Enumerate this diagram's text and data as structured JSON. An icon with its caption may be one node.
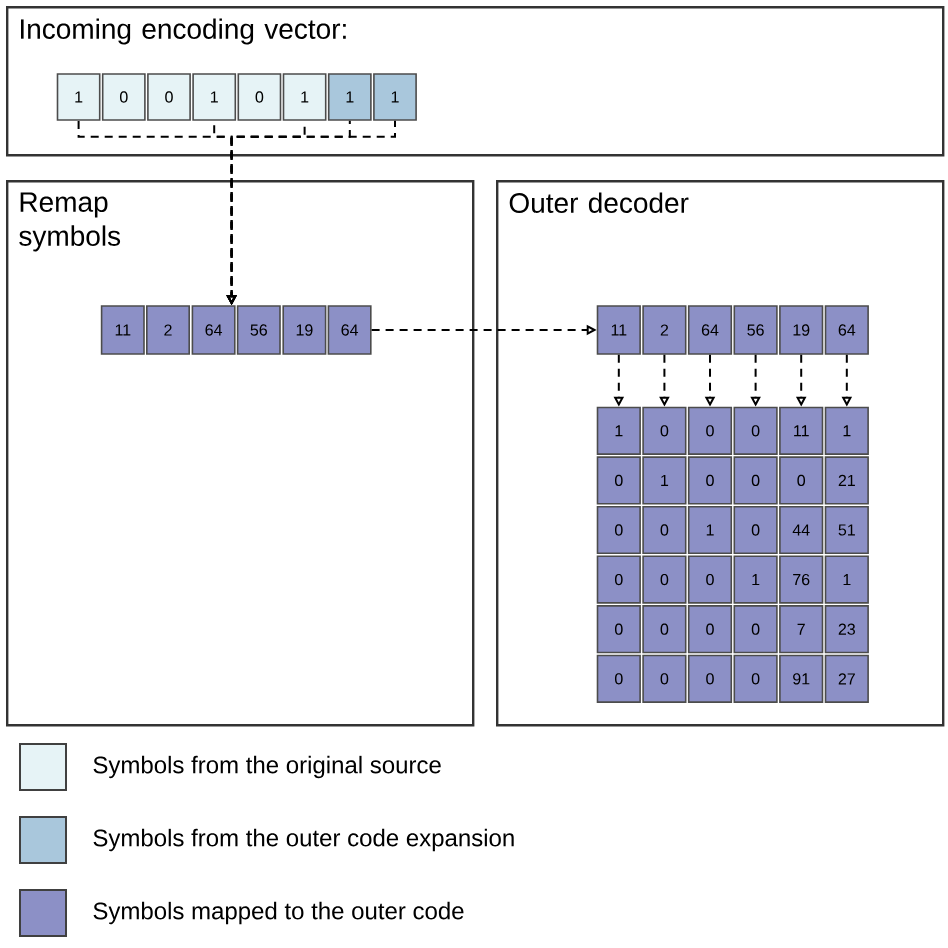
{
  "diagram": {
    "nodes": [
      {
        "text": [
          "Incoming encoding vector:"
        ]
      },
      {
        "text": [
          "1"
        ],
        "in": 0
      },
      {
        "text": [
          "0"
        ],
        "in": 0
      },
      {
        "text": [
          "0"
        ],
        "in": 0
      },
      {
        "text": [
          "1"
        ],
        "in": 0
      },
      {
        "text": [
          "0"
        ],
        "in": 0
      },
      {
        "text": [
          "1"
        ],
        "in": 0
      },
      {
        "text": [
          "1"
        ],
        "in": 0
      },
      {
        "text": [
          "1"
        ],
        "in": 0
      },
      {
        "text": [
          "Remap symbols"
        ]
      },
      {
        "text": [
          "11"
        ],
        "in": 9
      },
      {
        "text": [
          "2"
        ],
        "in": 9
      },
      {
        "text": [
          "64"
        ],
        "in": 9
      },
      {
        "text": [
          "56"
        ],
        "in": 9
      },
      {
        "text": [
          "19"
        ],
        "in": 9
      },
      {
        "text": [
          "64"
        ],
        "in": 9
      },
      {
        "text": [
          "Outer decoder"
        ]
      },
      {
        "text": [
          "11"
        ],
        "in": 16
      },
      {
        "text": [
          "2"
        ],
        "in": 16
      },
      {
        "text": [
          "64"
        ],
        "in": 16
      },
      {
        "text": [
          "56"
        ],
        "in": 16
      },
      {
        "text": [
          "19"
        ],
        "in": 16
      },
      {
        "text": [
          "64"
        ],
        "in": 16
      },
      {
        "text": [
          "1"
        ],
        "in": 16
      },
      {
        "text": [
          "0"
        ],
        "in": 16
      },
      {
        "text": [
          "0"
        ],
        "in": 16
      },
      {
        "text": [
          "0"
        ],
        "in": 16
      },
      {
        "text": [
          "11"
        ],
        "in": 16
      },
      {
        "text": [
          "1"
        ],
        "in": 16
      },
      {
        "text": [
          "0"
        ],
        "in": 16
      },
      {
        "text": [
          "1"
        ],
        "in": 16
      },
      {
        "text": [
          "0"
        ],
        "in": 16
      },
      {
        "text": [
          "0"
        ],
        "in": 16
      },
      {
        "text": [
          "0"
        ],
        "in": 16
      },
      {
        "text": [
          "21"
        ],
        "in": 16
      },
      {
        "text": [
          "0"
        ],
        "in": 16
      },
      {
        "text": [
          "0"
        ],
        "in": 16
      },
      {
        "text": [
          "1"
        ],
        "in": 16
      },
      {
        "text": [
          "0"
        ],
        "in": 16
      },
      {
        "text": [
          "44"
        ],
        "in": 16
      },
      {
        "text": [
          "51"
        ],
        "in": 16
      },
      {
        "text": [
          "0"
        ],
        "in": 16
      },
      {
        "text": [
          "0"
        ],
        "in": 16
      },
      {
        "text": [
          "0"
        ],
        "in": 16
      },
      {
        "text": [
          "1"
        ],
        "in": 16
      },
      {
        "text": [
          "76"
        ],
        "in": 16
      },
      {
        "text": [
          "1"
        ],
        "in": 16
      },
      {
        "text": [
          "0"
        ],
        "in": 16
      },
      {
        "text": [
          "0"
        ],
        "in": 16
      },
      {
        "text": [
          "0"
        ],
        "in": 16
      },
      {
        "text": [
          "0"
        ],
        "in": 16
      },
      {
        "text": [
          "7"
        ],
        "in": 16
      },
      {
        "text": [
          "23"
        ],
        "in": 16
      },
      {
        "text": [
          "0"
        ],
        "in": 16
      },
      {
        "text": [
          "0"
        ],
        "in": 16
      },
      {
        "text": [
          "0"
        ],
        "in": 16
      },
      {
        "text": [
          "0"
        ],
        "in": 16
      },
      {
        "text": [
          "91"
        ],
        "in": 16
      },
      {
        "text": [
          "27"
        ],
        "in": 16
      }
    ],
    "edges": [
      {
        "from": 1,
        "to": 12,
        "arrow": "to",
        "style": "dashed"
      },
      {
        "from": 4,
        "to": 12,
        "arrow": "to",
        "style": "dashed"
      },
      {
        "from": 6,
        "to": 12,
        "arrow": "to",
        "style": "dashed"
      },
      {
        "from": 7,
        "to": 12,
        "arrow": "to",
        "style": "dashed"
      },
      {
        "from": 8,
        "to": 12,
        "arrow": "to",
        "style": "dashed"
      },
      {
        "from": 15,
        "to": 17,
        "arrow": "to",
        "style": "dashed"
      },
      {
        "from": 17,
        "to": 23,
        "arrow": "to",
        "style": "dashed"
      },
      {
        "from": 18,
        "to": 24,
        "arrow": "to",
        "style": "dashed"
      },
      {
        "from": 19,
        "to": 25,
        "arrow": "to",
        "style": "dashed"
      },
      {
        "from": 20,
        "to": 26,
        "arrow": "to",
        "style": "dashed"
      },
      {
        "from": 21,
        "to": 27,
        "arrow": "to",
        "style": "dashed"
      },
      {
        "from": 22,
        "to": 28,
        "arrow": "to",
        "style": "dashed"
      }
    ],
    "legend": [
      {
        "text": "Symbols from the original source",
        "color": "#e6f3f6"
      },
      {
        "text": "Symbols from the outer code expansion",
        "color": "#a9c7dc"
      },
      {
        "text": "Symbols mapped to the outer code",
        "color": "#8c90c6"
      }
    ]
  }
}
